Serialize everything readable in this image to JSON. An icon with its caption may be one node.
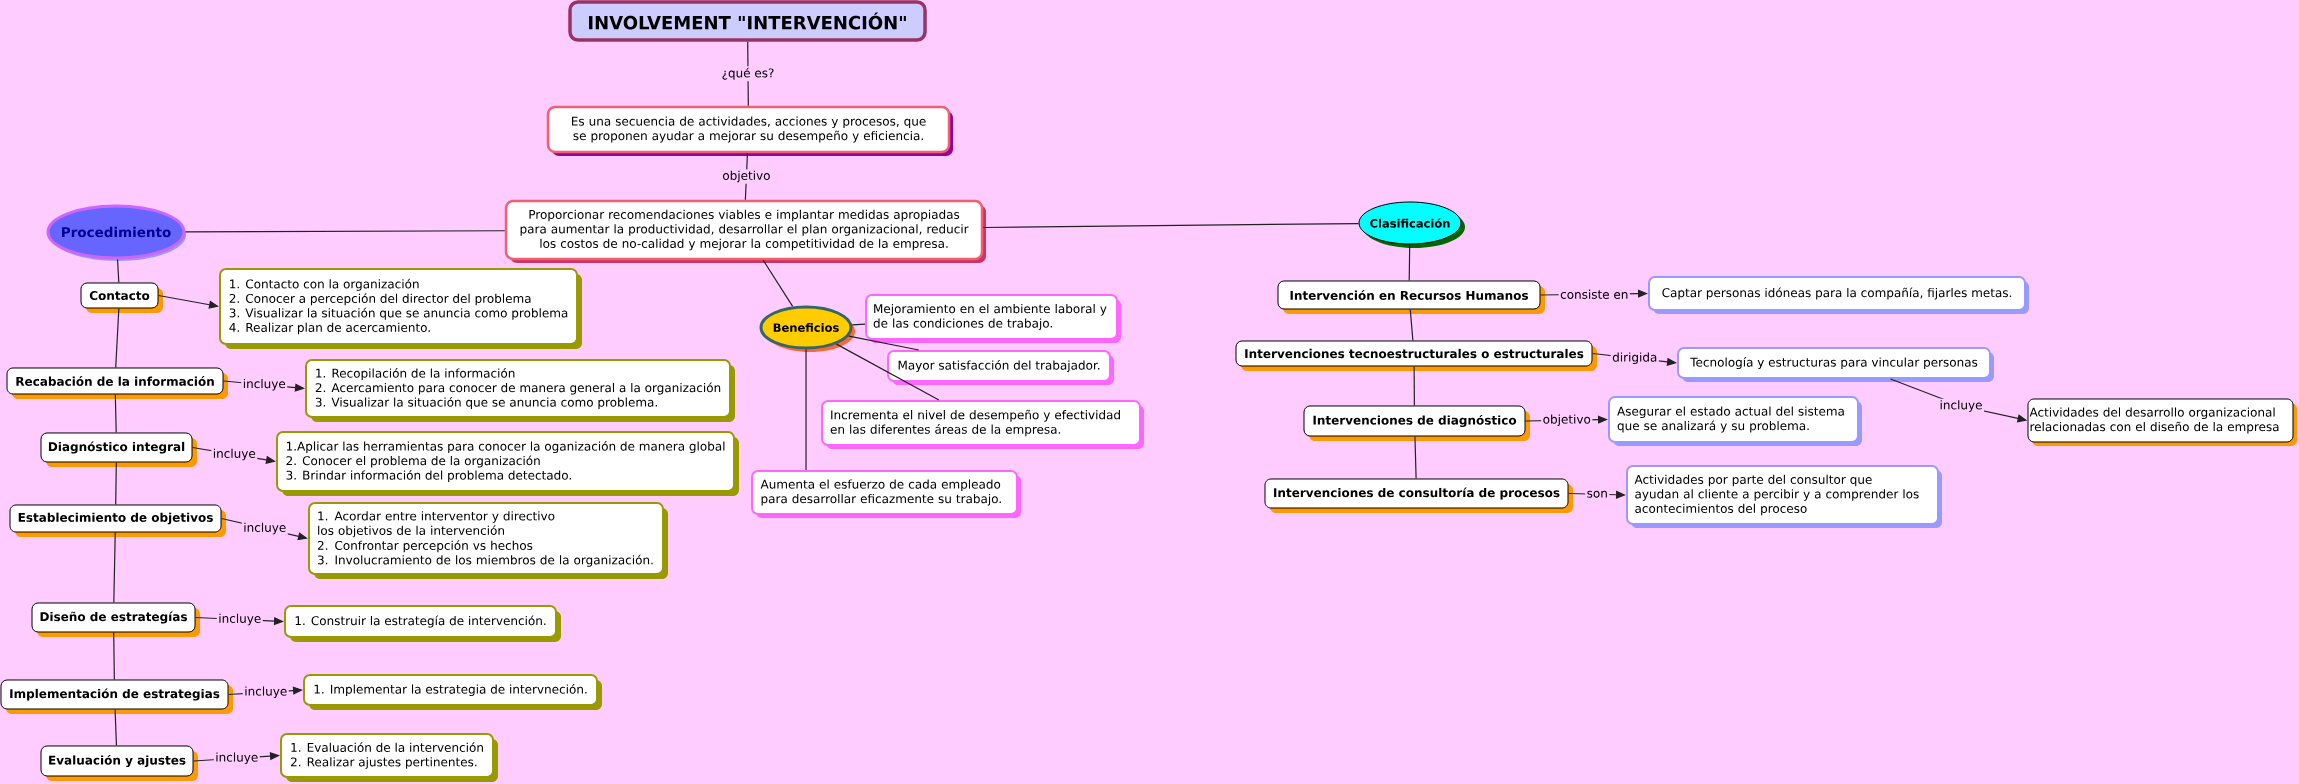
{
  "diagram": {
    "nodes": [
      {
        "text": [
          "INVOLVEMENT \"INTERVENCIÓN\""
        ]
      },
      {
        "text": [
          "Es una secuencia de actividades, acciones y procesos, que se proponen ayudar a mejorar su desempeño y eficiencia."
        ]
      },
      {
        "text": [
          "Proporcionar recomendaciones viables e implantar medidas apropiadas para aumentar la productividad, desarrollar el plan organizacional, reducir los costos de no-calidad y mejorar la competitividad de la empresa."
        ]
      },
      {
        "text": [
          "Procedimiento"
        ]
      },
      {
        "text": [
          "Contacto"
        ]
      },
      {
        "text": [
          "1. Contacto con la organización",
          "2. Conocer a percepción del director del problema",
          "3. Visualizar la situación que se anuncia como problema",
          "4. Realizar plan de acercamiento."
        ]
      },
      {
        "text": [
          "Recabación de la información"
        ]
      },
      {
        "text": [
          "1. Recopilación de la información",
          "2. Acercamiento para conocer de manera general a la organización",
          "3. Visualizar la situación que se anuncia como problema."
        ]
      },
      {
        "text": [
          "Diagnóstico integral"
        ]
      },
      {
        "text": [
          "1.Aplicar las herramientas para conocer la oganización de manera global",
          "2. Conocer el problema de la organización",
          "3. Brindar información del problema detectado."
        ]
      },
      {
        "text": [
          "Establecimiento de objetivos"
        ]
      },
      {
        "text": [
          "1. Acordar entre interventor y directivo los objetivos de la intervención",
          "2. Confrontar percepción vs hechos",
          "3. Involucramiento de los miembros de la organización."
        ]
      },
      {
        "text": [
          "Diseño de estrategías"
        ]
      },
      {
        "text": [
          "1. Construir la estrategía de intervención."
        ]
      },
      {
        "text": [
          "Implementación de estrategias"
        ]
      },
      {
        "text": [
          "1. Implementar la estrategia de intervneción."
        ]
      },
      {
        "text": [
          "Evaluación y ajustes"
        ]
      },
      {
        "text": [
          "1. Evaluación de la intervención",
          "2. Realizar ajustes pertinentes."
        ]
      },
      {
        "text": [
          "Beneficios"
        ]
      },
      {
        "text": [
          "Mejoramiento en el ambiente laboral y de las condiciones de trabajo."
        ]
      },
      {
        "text": [
          "Mayor satisfacción del trabajador."
        ]
      },
      {
        "text": [
          "Incrementa el nivel de desempeño y efectividad en las diferentes áreas de la empresa."
        ]
      },
      {
        "text": [
          "Aumenta el esfuerzo de cada empleado para desarrollar eficazmente su trabajo."
        ]
      },
      {
        "text": [
          "Clasificación"
        ]
      },
      {
        "text": [
          "Intervención en Recursos Humanos"
        ]
      },
      {
        "text": [
          "Captar personas idóneas para la compañía, fijarles metas."
        ]
      },
      {
        "text": [
          "Intervenciones tecnoestructurales o estructurales"
        ]
      },
      {
        "text": [
          "Tecnología y estructuras para vincular personas"
        ]
      },
      {
        "text": [
          "Intervenciones de diagnóstico"
        ]
      },
      {
        "text": [
          "Asegurar el estado actual del sistema que se analizará y su problema."
        ]
      },
      {
        "text": [
          "Intervenciones de consultoría de procesos"
        ]
      },
      {
        "text": [
          "Actividades por parte del consultor que ayudan al cliente a percibir y a comprender los acontecimientos del proceso"
        ]
      },
      {
        "text": [
          "Actividades del desarrollo organizacional relacionadas con el diseño de la empresa"
        ]
      }
    ],
    "edges": [
      {
        "from": 0,
        "to": 1,
        "arrow": "none",
        "label": "¿qué es?"
      },
      {
        "from": 1,
        "to": 2,
        "arrow": "none",
        "label": "objetivo"
      },
      {
        "from": 2,
        "to": 3,
        "arrow": "none"
      },
      {
        "from": 2,
        "to": 18,
        "arrow": "none"
      },
      {
        "from": 2,
        "to": 23,
        "arrow": "none"
      },
      {
        "from": 3,
        "to": 4,
        "arrow": "none"
      },
      {
        "from": 4,
        "to": 5,
        "arrow": "to"
      },
      {
        "from": 4,
        "to": 6,
        "arrow": "none"
      },
      {
        "from": 6,
        "to": 7,
        "arrow": "to",
        "label": "incluye"
      },
      {
        "from": 6,
        "to": 8,
        "arrow": "none"
      },
      {
        "from": 8,
        "to": 9,
        "arrow": "to",
        "label": "incluye"
      },
      {
        "from": 8,
        "to": 10,
        "arrow": "none"
      },
      {
        "from": 10,
        "to": 11,
        "arrow": "to",
        "label": "incluye"
      },
      {
        "from": 10,
        "to": 12,
        "arrow": "none"
      },
      {
        "from": 12,
        "to": 13,
        "arrow": "to",
        "label": "incluye"
      },
      {
        "from": 12,
        "to": 14,
        "arrow": "none"
      },
      {
        "from": 14,
        "to": 15,
        "arrow": "to",
        "label": "incluye"
      },
      {
        "from": 14,
        "to": 16,
        "arrow": "none"
      },
      {
        "from": 16,
        "to": 17,
        "arrow": "to",
        "label": "incluye"
      },
      {
        "from": 18,
        "to": 19,
        "arrow": "none"
      },
      {
        "from": 18,
        "to": 20,
        "arrow": "none"
      },
      {
        "from": 18,
        "to": 21,
        "arrow": "none"
      },
      {
        "from": 18,
        "to": 22,
        "arrow": "none"
      },
      {
        "from": 23,
        "to": 24,
        "arrow": "none"
      },
      {
        "from": 24,
        "to": 25,
        "arrow": "to",
        "label": "consiste en"
      },
      {
        "from": 24,
        "to": 26,
        "arrow": "none"
      },
      {
        "from": 26,
        "to": 27,
        "arrow": "to",
        "label": "dirigida"
      },
      {
        "from": 26,
        "to": 28,
        "arrow": "none"
      },
      {
        "from": 28,
        "to": 29,
        "arrow": "to",
        "label": "objetivo"
      },
      {
        "from": 28,
        "to": 30,
        "arrow": "none"
      },
      {
        "from": 30,
        "to": 31,
        "arrow": "to",
        "label": "son"
      },
      {
        "from": 27,
        "to": 32,
        "arrow": "to",
        "label": "incluye"
      }
    ]
  }
}
